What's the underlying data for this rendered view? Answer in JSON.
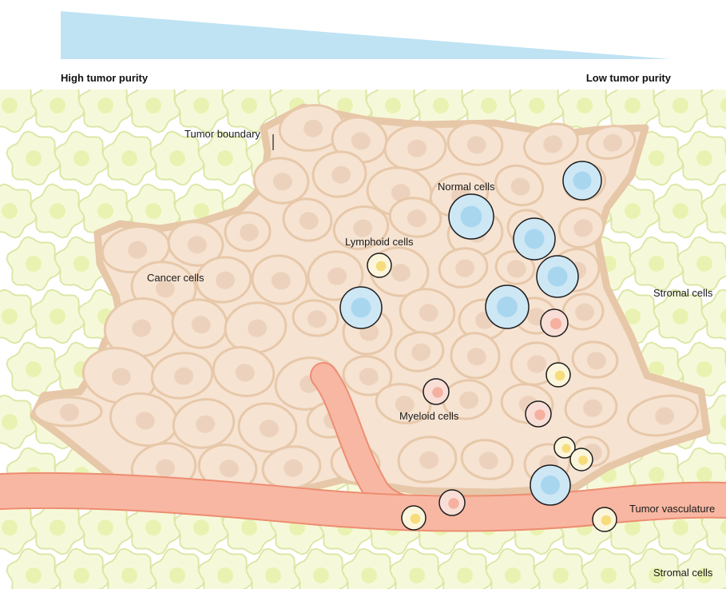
{
  "gradient": {
    "left_label": "High tumor purity",
    "right_label": "Low tumor purity",
    "color": "#bfe3f3"
  },
  "labels": {
    "tumor_boundary": "Tumor boundary",
    "normal_cells": "Normal cells",
    "lymphoid_cells": "Lymphoid cells",
    "cancer_cells": "Cancer cells",
    "stromal_cells_right": "Stromal cells",
    "myeloid_cells": "Myeloid cells",
    "tumor_vasculature": "Tumor vasculature",
    "stromal_cells_bottom": "Stromal cells"
  },
  "colors": {
    "stromal_fill": "#f6f9d9",
    "stromal_stroke": "#dde7a7",
    "stromal_nucleus": "#eaf2b2",
    "tumor_fill": "#f6e3d2",
    "tumor_stroke": "#e7c8a9",
    "tumor_nucleus": "#ecd2bc",
    "normal_fill": "#cde7f5",
    "normal_nucleus": "#a9d6ef",
    "lymphoid_fill": "#fbf6db",
    "lymphoid_nucleus": "#f7dc7c",
    "myeloid_fill": "#f8ded7",
    "myeloid_nucleus": "#f6b0a0",
    "vessel_fill": "#f8b7a2",
    "vessel_stroke": "#ed8d72"
  }
}
